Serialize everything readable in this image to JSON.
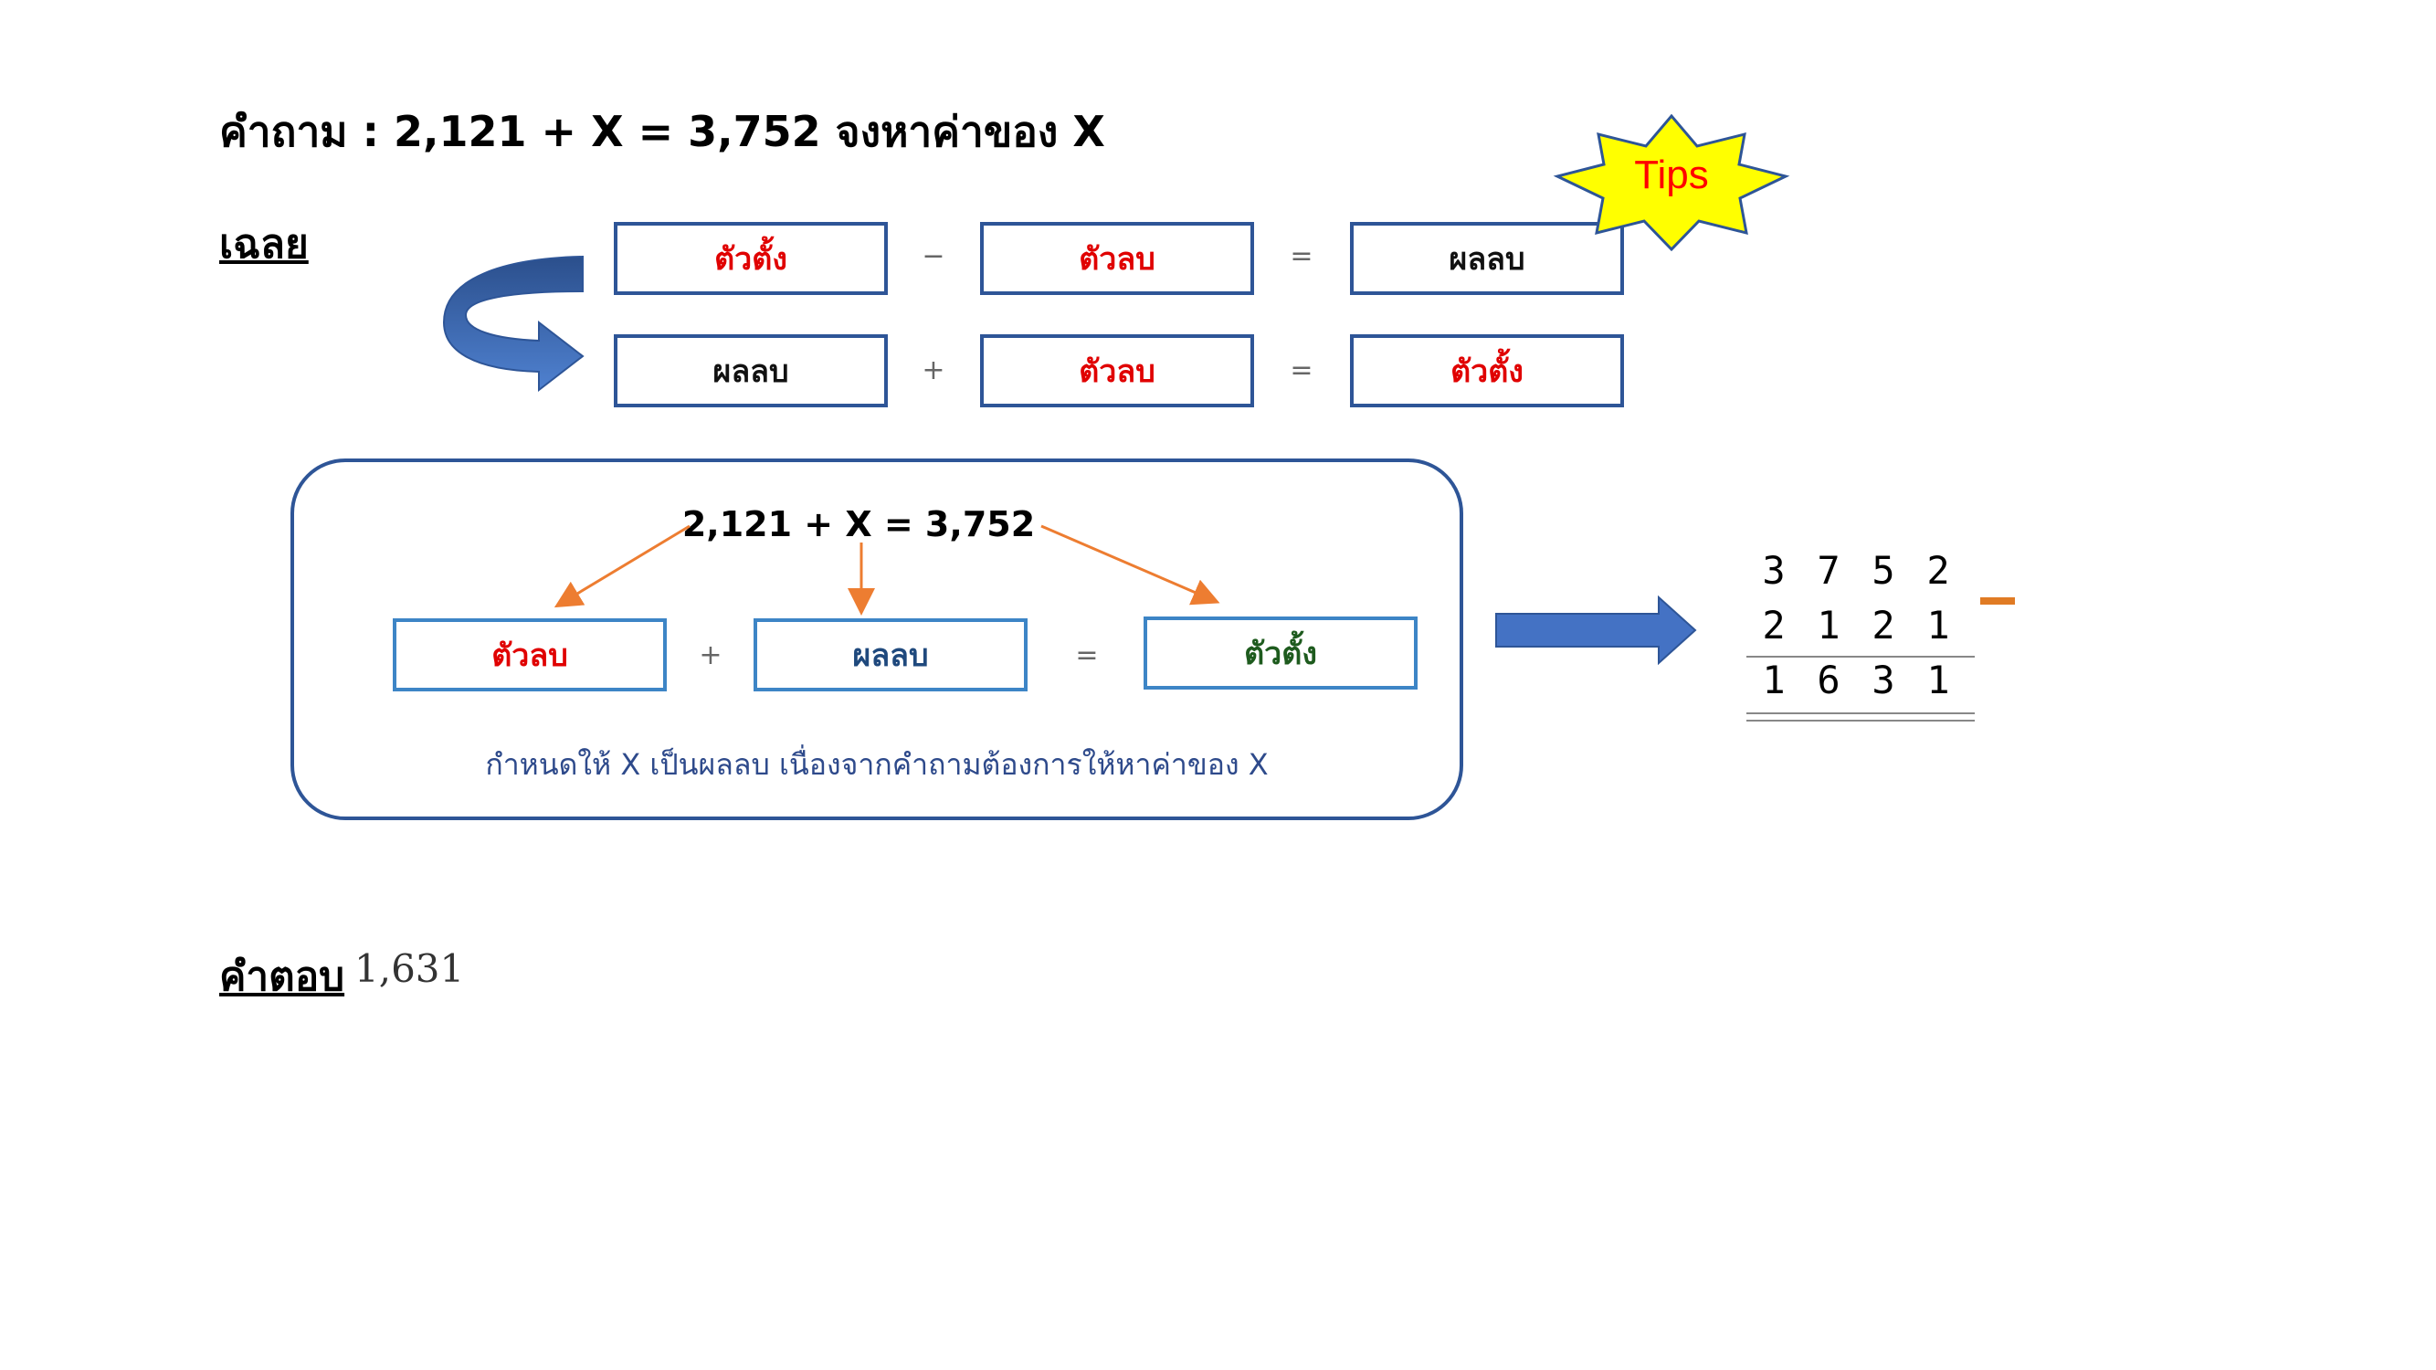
{
  "question": "คำถาม :  2,121 + X = 3,752 จงหาค่าของ X",
  "solution_label": "เฉลย",
  "tips": "Tips",
  "rule": {
    "row1": [
      "ตัวตั้ง",
      "−",
      "ตัวลบ",
      "=",
      "ผลลบ"
    ],
    "row2": [
      "ผลลบ",
      "+",
      "ตัวลบ",
      "=",
      "ตัวตั้ง"
    ]
  },
  "mapping": {
    "equation": "2,121 + X = 3,752",
    "boxes": [
      "ตัวลบ",
      "+",
      "ผลลบ",
      "=",
      "ตัวตั้ง"
    ],
    "note": "กำหนดให้ X เป็นผลลบ เนื่องจากคำถามต้องการให้หาค่าของ X"
  },
  "calculation": {
    "top": [
      "3",
      "7",
      "5",
      "2"
    ],
    "middle": [
      "2",
      "1",
      "2",
      "1"
    ],
    "result": [
      "1",
      "6",
      "3",
      "1"
    ],
    "operator": "−"
  },
  "answer_label": "คำตอบ",
  "answer_value": "1,631",
  "colors": {
    "frame": "#2e5597",
    "arrow": "#4472c4",
    "accent": "#ed7d31",
    "star": "#ffff00"
  }
}
